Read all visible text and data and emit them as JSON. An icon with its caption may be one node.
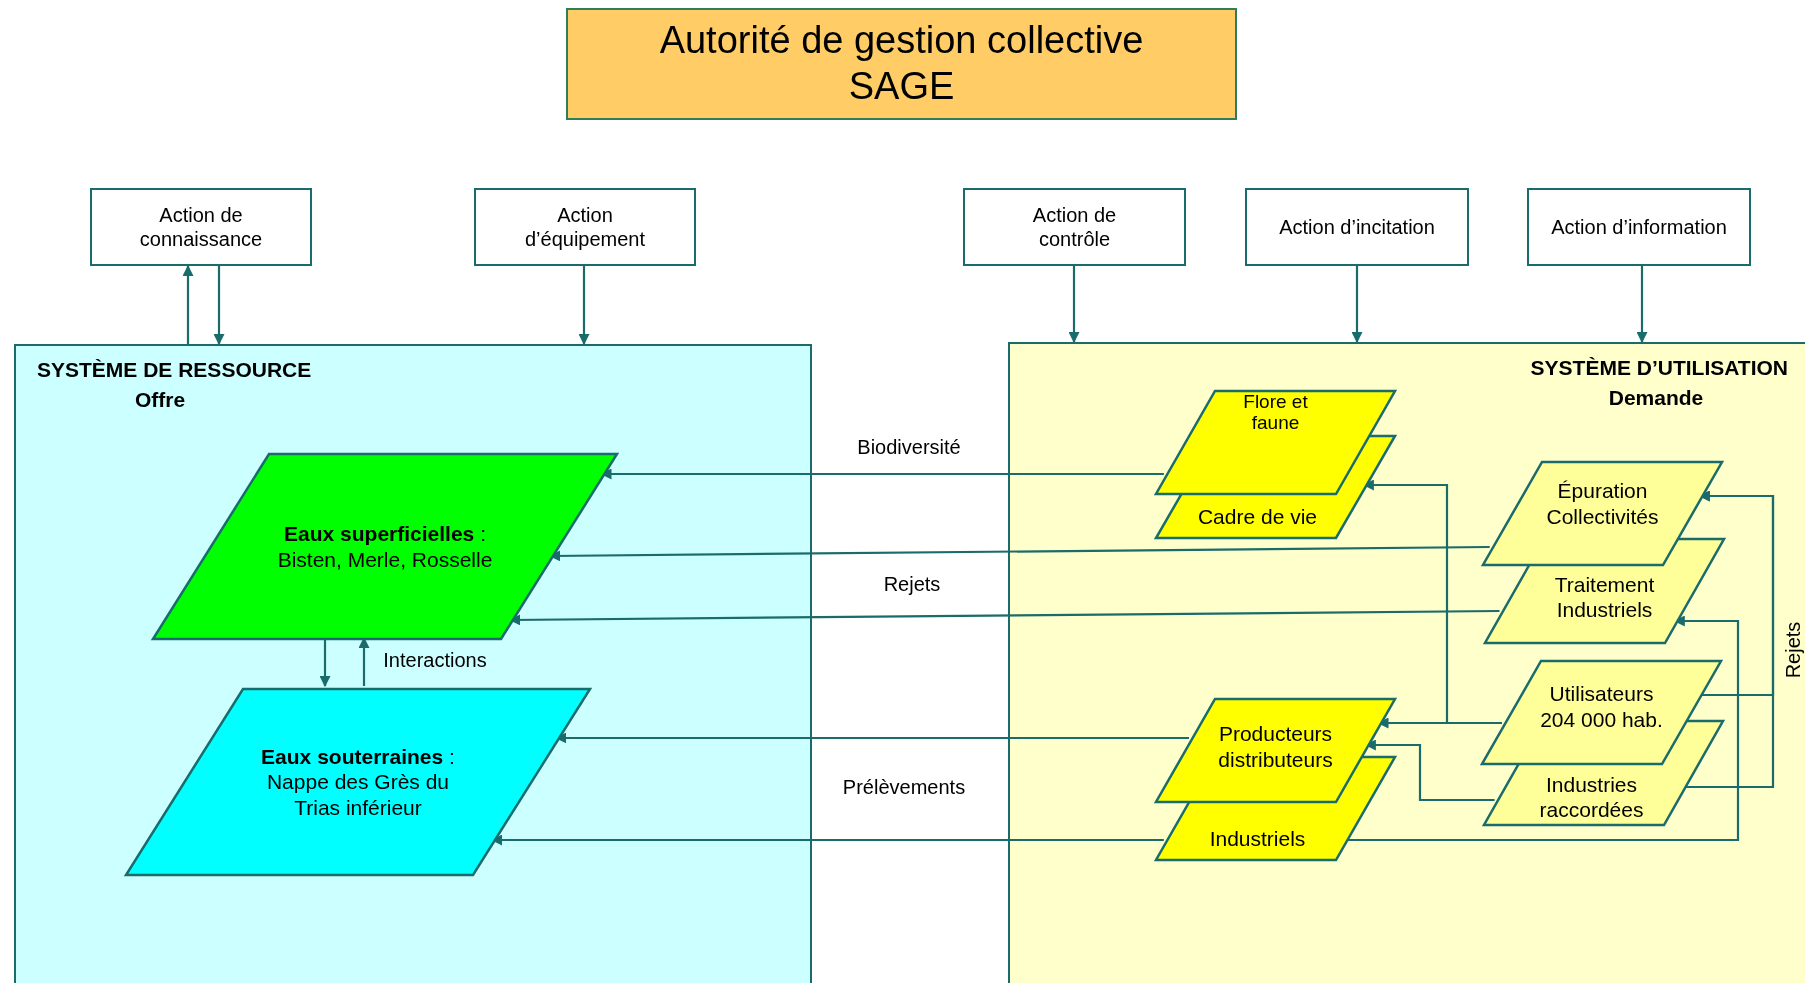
{
  "diagram": {
    "nodes": [
      {
        "text": [
          "Autorité de gestion collective SAGE"
        ]
      },
      {
        "text": [
          "Action de connaissance"
        ]
      },
      {
        "text": [
          "Action d’équipement"
        ]
      },
      {
        "text": [
          "Action de contrôle"
        ]
      },
      {
        "text": [
          "Action d’incitation"
        ]
      },
      {
        "text": [
          "Action d’information"
        ]
      },
      {
        "text": [
          "SYSTÈME DE RESSOURCE",
          "Offre"
        ]
      },
      {
        "text": [
          "**Eaux superficielles** : Bisten, Merle, Rosselle"
        ],
        "in": 6
      },
      {
        "text": [
          "**Eaux souterraines** : Nappe des Grès du Trias inférieur"
        ],
        "in": 6
      },
      {
        "text": [
          "SYSTÈME D’UTILISATION",
          "Demande"
        ]
      },
      {
        "text": [
          "Flore et faune"
        ],
        "in": 9
      },
      {
        "text": [
          "Cadre de vie"
        ],
        "in": 9
      },
      {
        "text": [
          "Épuration Collectivités"
        ],
        "in": 9
      },
      {
        "text": [
          "Traitement Industriels"
        ],
        "in": 9
      },
      {
        "text": [
          "Producteurs distributeurs"
        ],
        "in": 9
      },
      {
        "text": [
          "Industriels"
        ],
        "in": 9
      },
      {
        "text": [
          "Utilisateurs 204 000 hab."
        ],
        "in": 9
      },
      {
        "text": [
          "Industries raccordées"
        ],
        "in": 9
      }
    ],
    "edges": [
      {
        "from": 6,
        "to": 1,
        "arrow": "to"
      },
      {
        "from": 1,
        "to": 6,
        "arrow": "to"
      },
      {
        "from": 2,
        "to": 6,
        "arrow": "to"
      },
      {
        "from": 3,
        "to": 9,
        "arrow": "to"
      },
      {
        "from": 4,
        "to": 9,
        "arrow": "to"
      },
      {
        "from": 5,
        "to": 9,
        "arrow": "to"
      },
      {
        "from": 10,
        "to": 7,
        "arrow": "to",
        "label": "Biodiversité"
      },
      {
        "from": 12,
        "to": 7,
        "arrow": "to",
        "label": "Rejets"
      },
      {
        "from": 13,
        "to": 7,
        "arrow": "to"
      },
      {
        "from": 7,
        "to": 8,
        "arrow": "to"
      },
      {
        "from": 8,
        "to": 7,
        "arrow": "to",
        "label": "Interactions"
      },
      {
        "from": 14,
        "to": 8,
        "arrow": "to",
        "label": "Prélèvements"
      },
      {
        "from": 15,
        "to": 8,
        "arrow": "to"
      },
      {
        "from": 16,
        "to": 14,
        "arrow": "to"
      },
      {
        "from": 16,
        "to": 11,
        "arrow": "to"
      },
      {
        "from": 17,
        "to": 14,
        "arrow": "to"
      },
      {
        "from": 16,
        "to": 12,
        "arrow": "to",
        "label": "Rejets"
      },
      {
        "from": 17,
        "to": 12,
        "arrow": "to"
      },
      {
        "from": 15,
        "to": 13,
        "arrow": "to"
      }
    ]
  }
}
